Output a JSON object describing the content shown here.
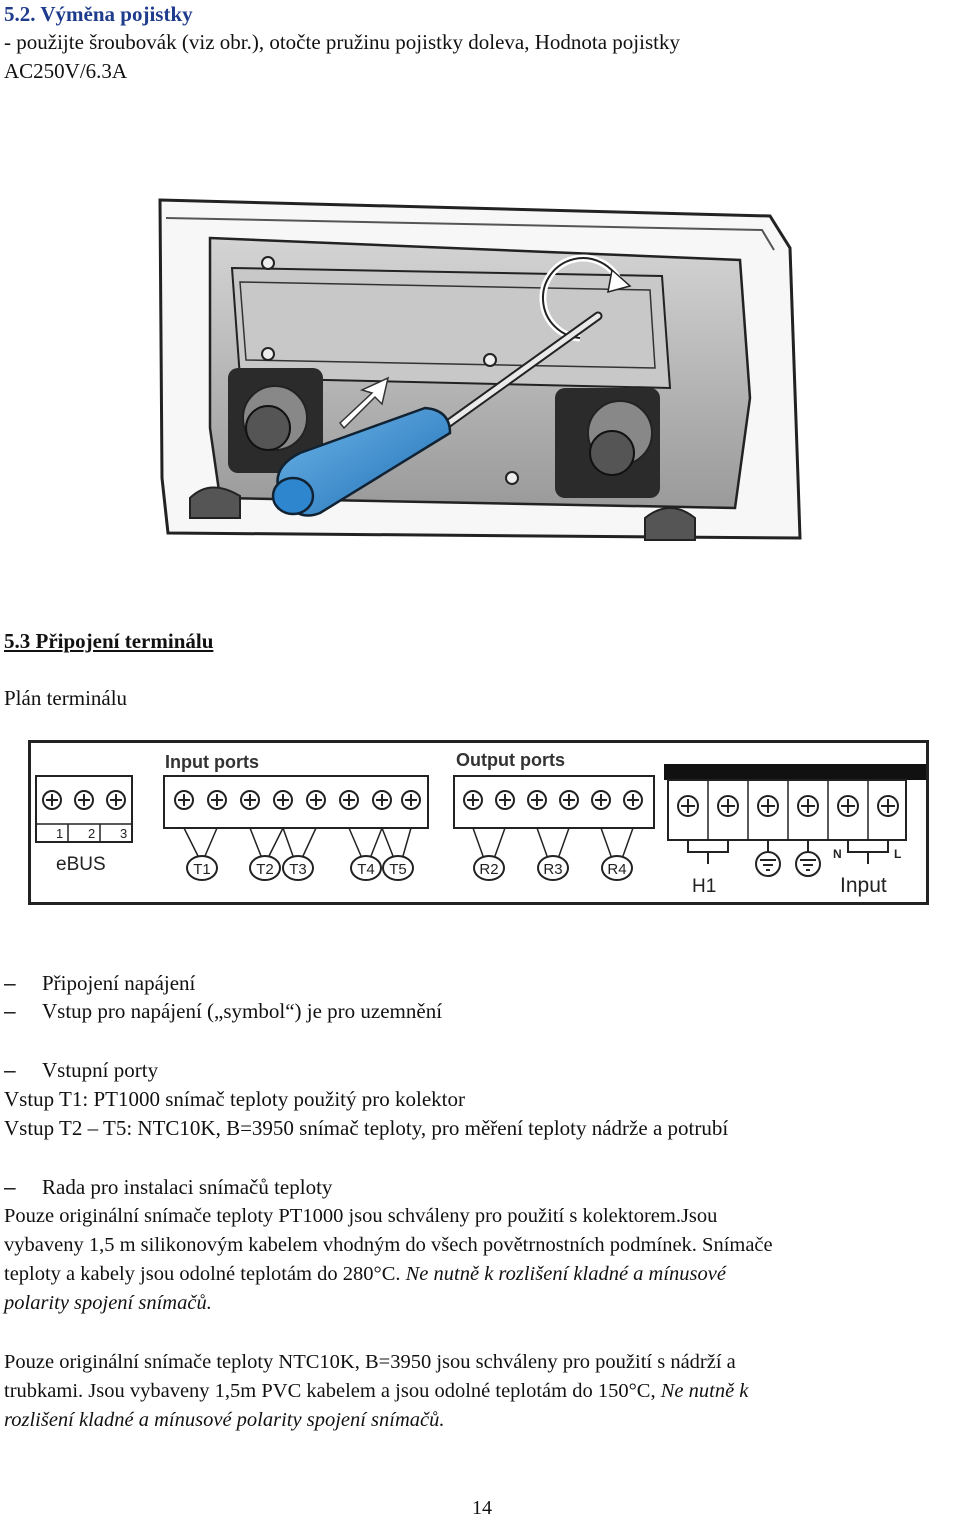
{
  "fuse": {
    "heading": "5.2. Výměna pojistky",
    "line1": " - použijte šroubovák (viz obr.), otočte pružinu pojistky doleva, Hodnota pojistky",
    "line2": "AC250V/6.3A"
  },
  "terminal": {
    "heading": "5.3 Připojení terminálu",
    "subheading": "Plán terminálu"
  },
  "diagram": {
    "input_ports_label": "Input ports",
    "output_ports_label": "Output ports",
    "ebus_label": "eBUS",
    "ebus_pins": [
      "1",
      "2",
      "3"
    ],
    "sensor_labels": [
      "T1",
      "T2",
      "T3",
      "T4",
      "T5"
    ],
    "relay_labels": [
      "R2",
      "R3",
      "R4"
    ],
    "h1_label": "H1",
    "input_label": "Input",
    "n_label": "N",
    "l_label": "L"
  },
  "list": {
    "bullet": "–",
    "power": "Připojení napájení",
    "ground": "Vstup pro napájení („symbol“) je pro uzemnění",
    "inputs": "Vstupní porty",
    "t1": "Vstup T1: PT1000 snímač teploty použitý pro kolektor",
    "t2t5": "Vstup T2 – T5: NTC10K, B=3950 snímač teploty, pro měření teploty nádrže a potrubí",
    "advice": "Rada pro instalaci snímačů teploty"
  },
  "para1": {
    "l1": "Pouze originální snímače teploty PT1000  jsou schváleny pro použití s kolektorem.Jsou",
    "l2": "vybaveny 1,5 m silikonovým kabelem vhodným do všech povětrnostních podmínek. Snímače",
    "l3a": "teploty a kabely jsou odolné teplotám do 280°C. ",
    "l3b": "Ne nutně k rozlišení kladné a mínusové",
    "l4": "polarity spojení snímačů."
  },
  "para2": {
    "l1": "Pouze originální snímače teploty NTC10K, B=3950 jsou schváleny pro použití s nádrží a",
    "l2a": "trubkami. Jsou vybaveny 1,5m PVC kabelem a jsou odolné teplotám do 150°C, ",
    "l2b": "Ne nutně k",
    "l3": "rozlišení kladné a mínusové polarity spojení snímačů."
  },
  "page_number": "14"
}
